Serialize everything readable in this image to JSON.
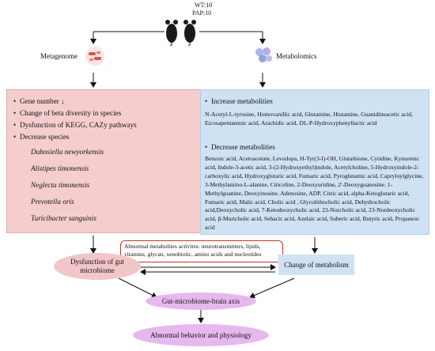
{
  "header": {
    "wt": "WT:10",
    "pap": "PAP:10"
  },
  "left_branch": {
    "label": "Metagenome"
  },
  "right_branch": {
    "label": "Metabolomics"
  },
  "metagenome_box": {
    "items": [
      "Gene number ↓",
      "Change of beta diversity in species",
      "Dysfunction of KEGG, CAZy pathways",
      "Decrease species"
    ],
    "species": [
      "Dubosiella newyorkensis",
      "Alistipes timonensis",
      "Neglecta timonensis",
      "Prevotella oris",
      "Turicibacter sanguinis"
    ]
  },
  "metabolomics_box": {
    "increase_title": "Increase metabolities",
    "increase_text": "N-Acetyl-L-tyrosine, Homovanillic acid, Glutamine, Histamine, Guanidineacetic acid, Eicosapentaenoic acid, Arachidic acid, DL-P-Hydroxyphenyllactic acid",
    "decrease_title": "Decrease metabolities",
    "decrease_text": "Benzoic acid, Acetoacetate, Levodopa, H-Tyr(3-I)-OH, Glutathione, Cytidine, Kynurenic acid, Indole-3-acetic acid, 3-(2-Hydroxyethyl)indole, Acetylcholine, 5-Hydroxyindole-2-carboxylic acid, Hydroxyglutaric acid, Fumaric acid, Pyroglutamic acid, Capryloylglycine, 3-Methylamino-L-alanine, Citicoline, 2-Deoxyuridine, 2'-Deoxyguanosine. 1-Methylguanine, Deoxyinosine, Adenosine, ADP, Citric acid, alpha-Ketoglutaric acid, Fumaric acid, Malic acid, Cholic acid , Glycolithocholic acid, Dehydrocholic acid,Deoxycholic acid, 7-Ketodeoxycholic acid, 23-Norcholic acid, 23-Nordeoxycholic acid, β-Muricholic acid, Sebacic acid, Azelaic acid, Suberic acid, Butyric acid, Propanoic acid"
  },
  "abnormal_box": {
    "text": "Abnormal metabolites activites: neurotransmitters, lipids, vitamins, glycan, xenobiotic, amino acids and nucleotides"
  },
  "dysfunction_oval": {
    "text": "Dysfunction of gut microbiome"
  },
  "change_box": {
    "text": "Change of  metabolism"
  },
  "axis_oval": {
    "text": "Gut-microbiome-brain axis"
  },
  "behavior_oval": {
    "text": "Abnormal behavior and physiology"
  },
  "colors": {
    "pink_box": "#f6cdcd",
    "blue_box": "#cfe2f3",
    "oval_pink": "#f2c6c8",
    "oval_purple": "#e7b8ef",
    "abnormal_border": "#c0392b"
  }
}
